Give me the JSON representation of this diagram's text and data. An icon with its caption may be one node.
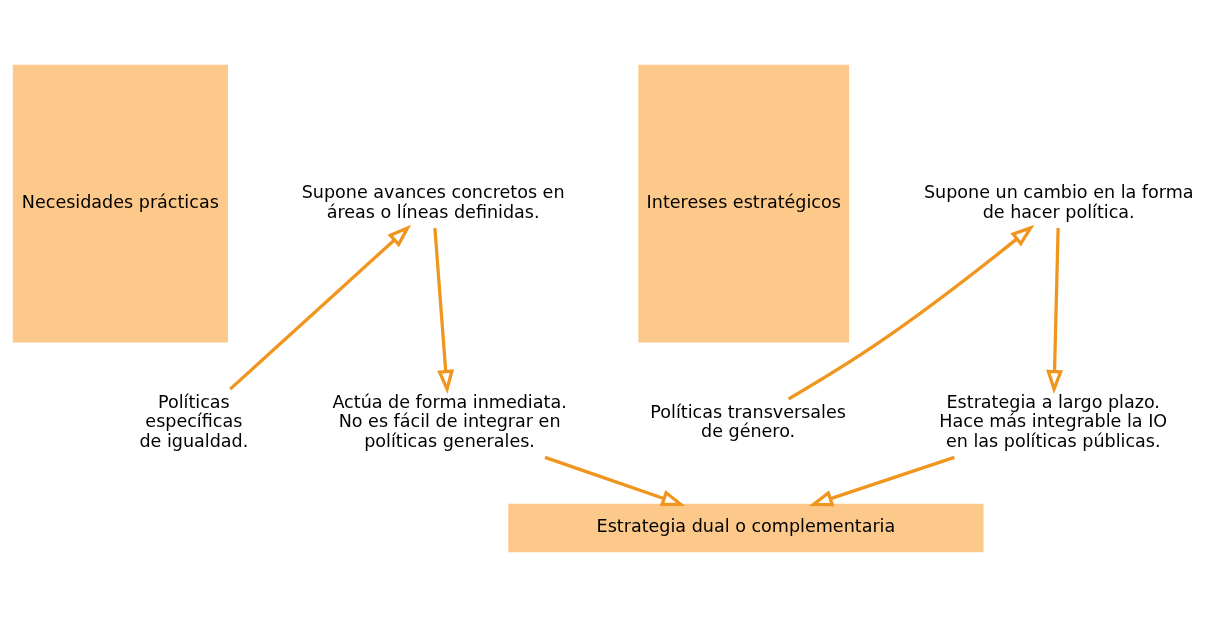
{
  "diagram": {
    "nodes": [
      {
        "text": [
          "Necesidades prácticas"
        ]
      },
      {
        "text": [
          "Intereses estratégicos"
        ]
      },
      {
        "text": [
          "Políticas específicas de igualdad."
        ]
      },
      {
        "text": [
          "Supone avances concretos en áreas o líneas definidas."
        ]
      },
      {
        "text": [
          "Actúa de forma inmediata. No es fácil de integrar en políticas generales."
        ]
      },
      {
        "text": [
          "Políticas transversales de género."
        ]
      },
      {
        "text": [
          "Supone un cambio en la forma de hacer política."
        ]
      },
      {
        "text": [
          "Estrategia a largo plazo. Hace más integrable la IO en las políticas públicas."
        ]
      },
      {
        "text": [
          "Estrategia dual o complementaria"
        ]
      }
    ],
    "edges": [
      {
        "from": 2,
        "to": 3,
        "arrow": "to"
      },
      {
        "from": 3,
        "to": 4,
        "arrow": "to"
      },
      {
        "from": 5,
        "to": 6,
        "arrow": "to"
      },
      {
        "from": 6,
        "to": 7,
        "arrow": "to"
      },
      {
        "from": 4,
        "to": 8,
        "arrow": "to"
      },
      {
        "from": 7,
        "to": 8,
        "arrow": "to"
      }
    ]
  }
}
